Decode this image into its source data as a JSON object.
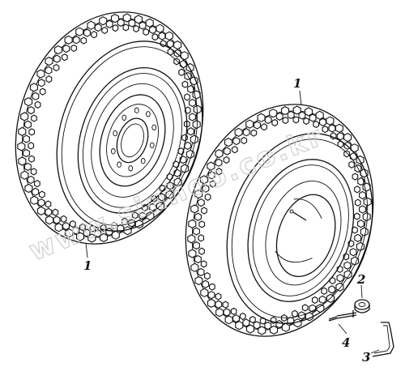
{
  "watermark": "www.sinhoo.co.kr",
  "callouts": [
    {
      "id": "tire-left",
      "label": "1"
    },
    {
      "id": "tire-right",
      "label": "1"
    },
    {
      "id": "nut",
      "label": "2"
    },
    {
      "id": "bracket",
      "label": "3"
    },
    {
      "id": "bolt",
      "label": "4"
    }
  ]
}
